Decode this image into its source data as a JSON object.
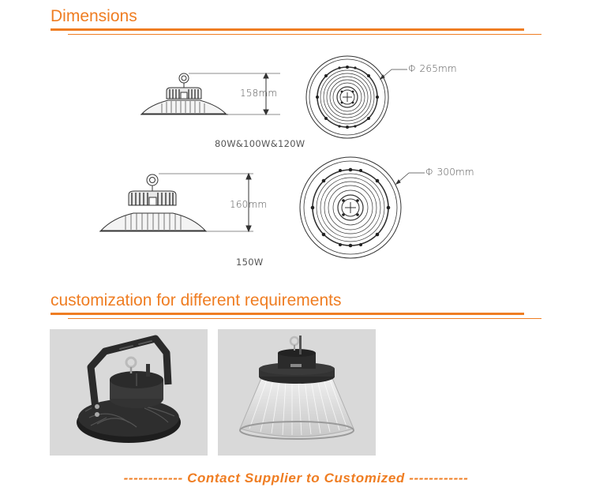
{
  "sections": {
    "dimensions": {
      "title": "Dimensions"
    },
    "customization": {
      "title": "customization for different requirements"
    }
  },
  "drawings": [
    {
      "model": "80W&100W&120W",
      "height_label": "158mm",
      "diameter_label": "Φ 265mm"
    },
    {
      "model": "150W",
      "height_label": "160mm",
      "diameter_label": "Φ 300mm"
    }
  ],
  "photos": [
    {
      "name": "high-bay-light-with-bracket"
    },
    {
      "name": "high-bay-light-with-reflector"
    }
  ],
  "cta": {
    "text": "------------ Contact Supplier to Customized ------------"
  },
  "colors": {
    "accent": "#ef7d22",
    "photo_bg": "#d9d9d9",
    "line_art": "#333333"
  }
}
